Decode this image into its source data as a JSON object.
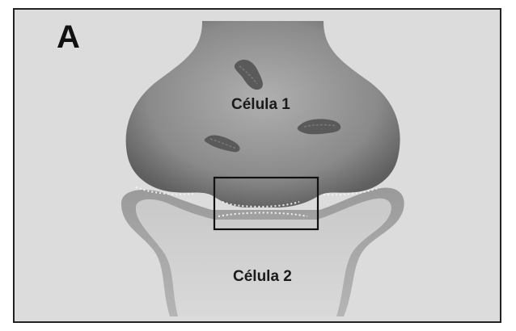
{
  "figure": {
    "panel_letter": "A",
    "cell1_label": "Célula 1",
    "cell2_label": "Célula 2"
  },
  "colors": {
    "background": "#dcdcdc",
    "cell1_dark": "#7b7b7b",
    "cell2_light": "#c8c8c8",
    "organelle": "#5a5a5a",
    "highlight_box": "#111111"
  },
  "icons": {
    "organelles": "mitochondrion-icon",
    "synapse_box": "highlight-rectangle"
  }
}
